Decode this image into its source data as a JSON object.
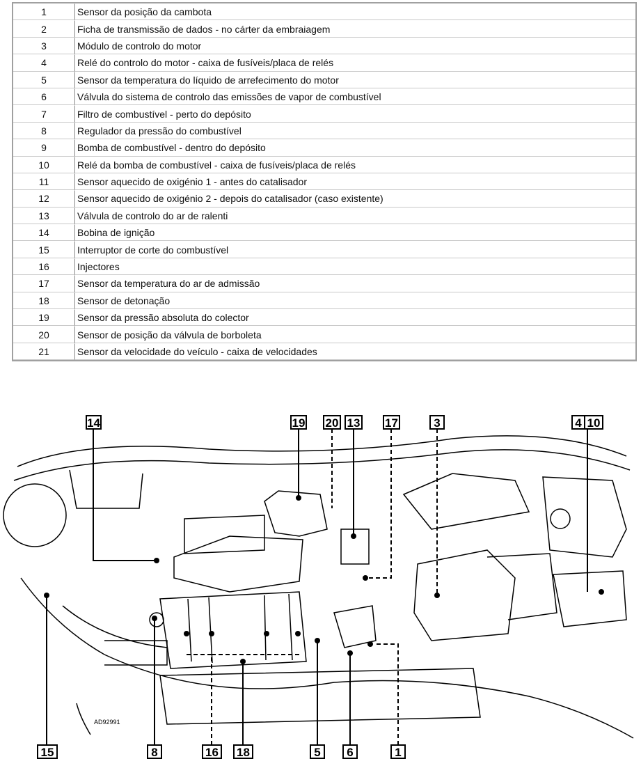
{
  "legend": [
    {
      "num": "1",
      "text": "Sensor da posição da cambota"
    },
    {
      "num": "2",
      "text": "Ficha de transmissão de dados - no cárter da embraiagem"
    },
    {
      "num": "3",
      "text": "Módulo de controlo do motor"
    },
    {
      "num": "4",
      "text": "Relé do controlo do motor - caixa de fusíveis/placa de relés"
    },
    {
      "num": "5",
      "text": "Sensor da temperatura do líquido de arrefecimento do motor"
    },
    {
      "num": "6",
      "text": "Válvula do sistema de controlo das emissões de vapor de combustível"
    },
    {
      "num": "7",
      "text": "Filtro de combustível - perto do depósito"
    },
    {
      "num": "8",
      "text": "Regulador da pressão do combustível"
    },
    {
      "num": "9",
      "text": "Bomba de combustível - dentro do depósito"
    },
    {
      "num": "10",
      "text": "Relé da bomba de combustível - caixa de fusíveis/placa de relés"
    },
    {
      "num": "11",
      "text": "Sensor aquecido de oxigénio 1 - antes do catalisador"
    },
    {
      "num": "12",
      "text": "Sensor aquecido de oxigénio 2 - depois do catalisador (caso existente)"
    },
    {
      "num": "13",
      "text": "Válvula de controlo do ar de ralenti"
    },
    {
      "num": "14",
      "text": "Bobina de ignição"
    },
    {
      "num": "15",
      "text": "Interruptor de corte do combustível"
    },
    {
      "num": "16",
      "text": "Injectores"
    },
    {
      "num": "17",
      "text": "Sensor da temperatura do ar de admissão"
    },
    {
      "num": "18",
      "text": "Sensor de detonação"
    },
    {
      "num": "19",
      "text": "Sensor da pressão absoluta do colector"
    },
    {
      "num": "20",
      "text": "Sensor de posição da válvula de borboleta"
    },
    {
      "num": "21",
      "text": "Sensor da velocidade do veículo - caixa de velocidades"
    }
  ],
  "diagram": {
    "code": "AD92991",
    "labels": {
      "l14": "14",
      "l19": "19",
      "l20": "20",
      "l13": "13",
      "l17": "17",
      "l3": "3",
      "l4": "4",
      "l10": "10",
      "l15": "15",
      "l8": "8",
      "l16": "16",
      "l18": "18",
      "l5": "5",
      "l6": "6",
      "l1": "1"
    }
  }
}
